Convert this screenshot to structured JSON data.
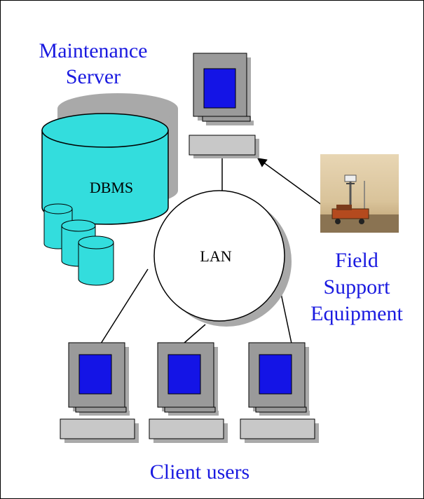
{
  "labels": {
    "server_line1": "Maintenance",
    "server_line2": "Server",
    "dbms": "DBMS",
    "lan": "LAN",
    "field_line1": "Field",
    "field_line2": "Support",
    "field_line3": "Equipment",
    "clients": "Client users"
  },
  "colors": {
    "label_blue": "#1a1ae0",
    "cylinder_fill": "#33dddd",
    "screen_blue": "#1414e6",
    "monitor_gray": "#9a9a9a",
    "shadow_gray": "#a9a9a9",
    "keyboard_gray": "#c8c8c8"
  },
  "icons": {
    "database": "database-cylinder-icon",
    "workstation": "computer-workstation-icon",
    "field_photo": "field-equipment-photo"
  }
}
